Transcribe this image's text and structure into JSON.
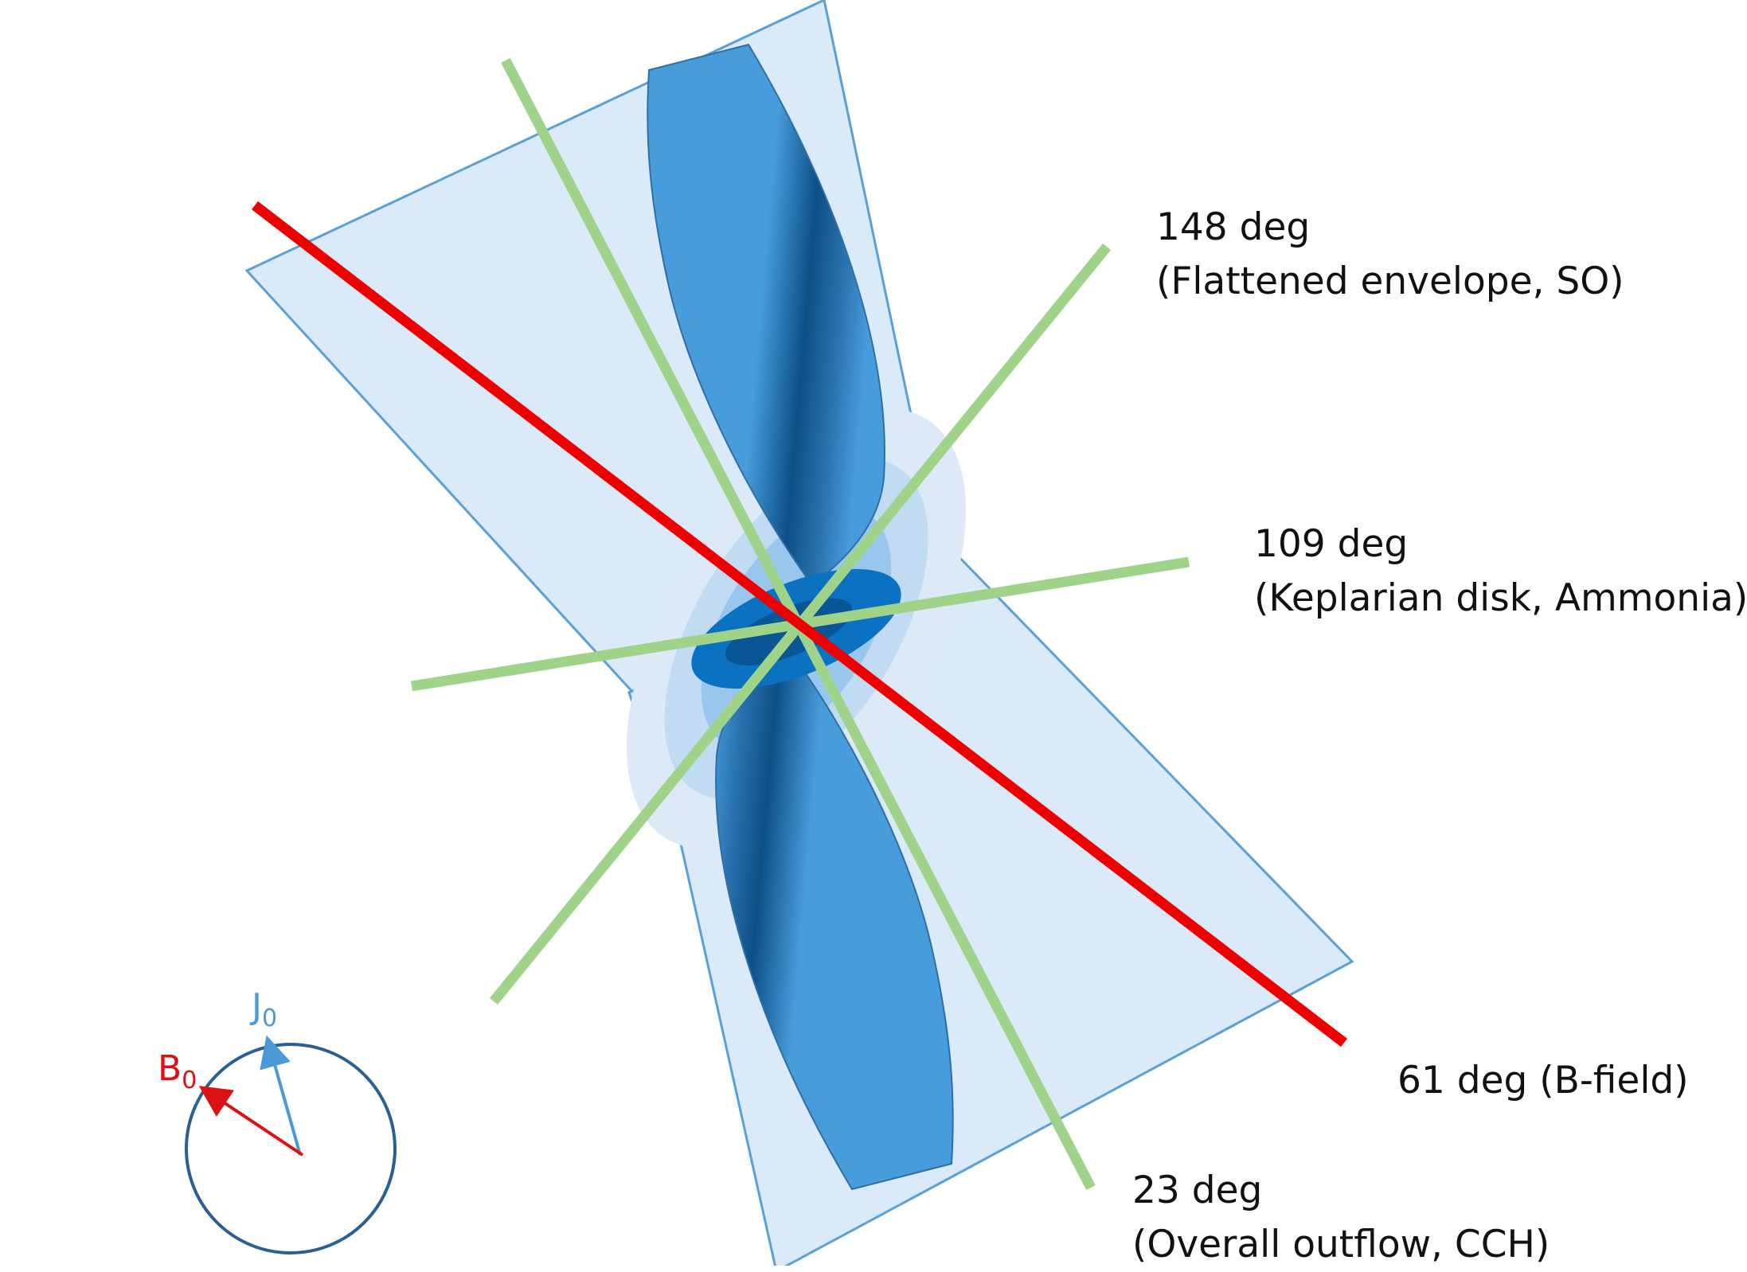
{
  "labels": {
    "envelope": {
      "angle": "148 deg",
      "desc": "(Flattened envelope, SO)"
    },
    "disk": {
      "angle": "109 deg",
      "desc": "(Keplarian disk, Ammonia)"
    },
    "bfield": {
      "text": "61 deg (B-field)"
    },
    "outflow": {
      "angle": "23 deg",
      "desc": "(Overall outflow, CCH)"
    }
  },
  "legend": {
    "j_symbol": "J",
    "j_subscript": "0",
    "b_symbol": "B",
    "b_subscript": "0"
  },
  "colors": {
    "bfield_line": "#ee0000",
    "axis_lines": "#9fd38a",
    "envelope_fill": "#dbeaf8",
    "envelope_edge": "#5aa0d6",
    "lobe_fill": "#479ddc",
    "lobe_dark": "#0a4b80",
    "disk_outer": "#dde9f6",
    "disk_mid1": "#c0dbf2",
    "disk_mid2": "#99c6ec",
    "disk_inner": "#0a72c0",
    "disk_core": "#0a5593",
    "legend_circle": "#2a5f93",
    "j_vector": "#4a9ad6",
    "b_vector": "#dd1111"
  }
}
